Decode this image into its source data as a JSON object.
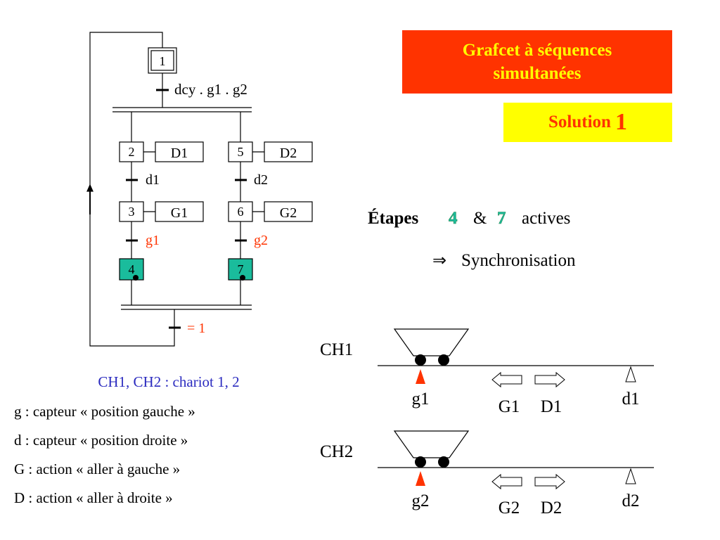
{
  "title": {
    "line1": "Grafcet à séquences",
    "line2": "simultanées"
  },
  "solution": {
    "label": "Solution",
    "number": "1"
  },
  "grafcet": {
    "step_initial": "1",
    "t_start": "dcy . g1 . g2",
    "left": {
      "s1": "2",
      "a1": "D1",
      "t1": "d1",
      "s2": "3",
      "a2": "G1",
      "t2": "g1",
      "s3": "4"
    },
    "right": {
      "s1": "5",
      "a1": "D2",
      "t1": "d2",
      "s2": "6",
      "a2": "G2",
      "t2": "g2",
      "s3": "7"
    },
    "t_end": "= 1"
  },
  "active": {
    "label": "Étapes",
    "s1": "4",
    "amp": "&",
    "s2": "7",
    "suffix": "actives"
  },
  "sync": {
    "arrow": "⇒",
    "text": "Synchronisation"
  },
  "ch1": {
    "name": "CH1",
    "left_sensor": "g1",
    "right_sensor": "d1",
    "left_action": "G1",
    "right_action": "D1"
  },
  "ch2": {
    "name": "CH2",
    "left_sensor": "g2",
    "right_sensor": "d2",
    "left_action": "G2",
    "right_action": "D2"
  },
  "legend": {
    "l0": "CH1, CH2 : chariot 1, 2",
    "l1": "g : capteur « position gauche »",
    "l2": "d : capteur « position droite »",
    "l3": "G : action « aller à gauche »",
    "l4": "D : action « aller à droite »"
  },
  "colors": {
    "red": "#ff3300",
    "yellow": "#ffff00",
    "active_step": "#1abc9c",
    "legend_blue": "#2b2bbf"
  }
}
